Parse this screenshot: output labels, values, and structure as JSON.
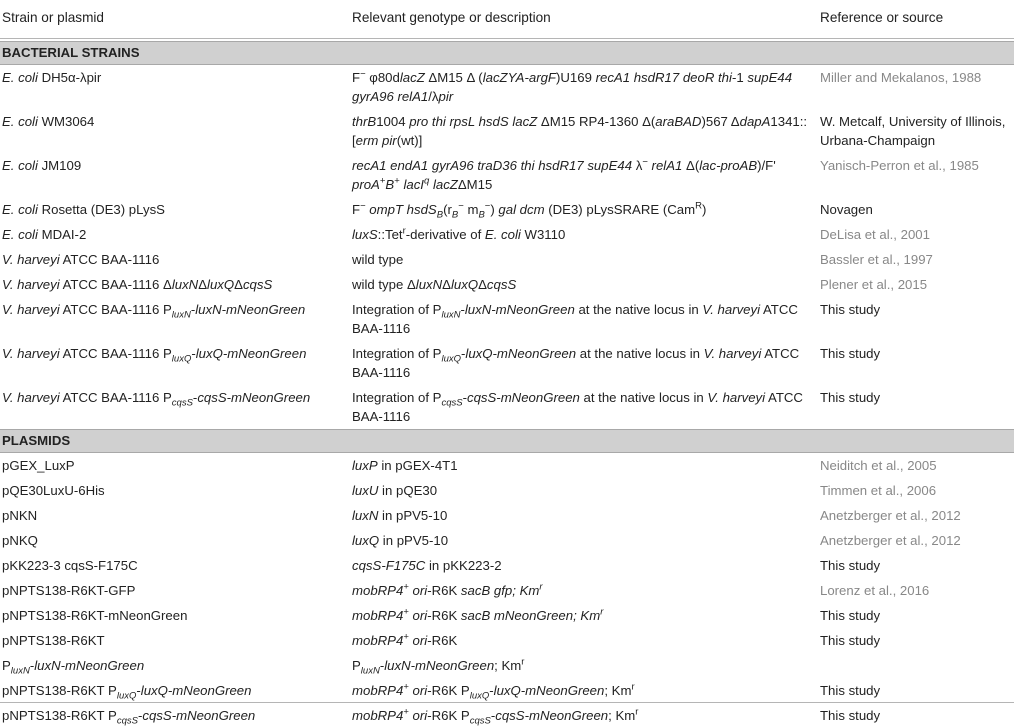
{
  "header": {
    "col1": "Strain or plasmid",
    "col2": "Relevant genotype or description",
    "col3": "Reference or source"
  },
  "sections": {
    "bacterial": "BACTERIAL STRAINS",
    "plasmids": "PLASMIDS"
  },
  "references": {
    "r1": "Miller and Mekalanos, 1988",
    "r2a": "W. Metcalf, University of Illinois,",
    "r2b": "Urbana-Champaign",
    "r3": "Yanisch-Perron et al., 1985",
    "r4": "Novagen",
    "r5": "DeLisa et al., 2001",
    "r6": "Bassler et al., 1997",
    "r7": "Plener et al., 2015",
    "r8": "This study",
    "p1": "Neiditch et al., 2005",
    "p2": "Timmen et al., 2006",
    "p3": "Anetzberger et al., 2012",
    "p4": "Anetzberger et al., 2012",
    "p5": "This study",
    "p6": "Lorenz et al., 2016",
    "p7": "This study",
    "p8": "This study",
    "p10": "This study",
    "p11": "This study"
  },
  "plasmid_names": {
    "p1": "pGEX_LuxP",
    "p2": "pQE30LuxU-6His",
    "p3": "pNKN",
    "p4": "pNKQ",
    "p5": "pKK223-3 cqsS-F175C",
    "p6": "pNPTS138-R6KT-GFP",
    "p7": "pNPTS138-R6KT-mNeonGreen",
    "p8": "pNPTS138-R6KT"
  },
  "descriptions": {
    "wildtype": "wild type"
  },
  "colors": {
    "section_bg": "#d0d0d0",
    "rule": "#b5b5b5",
    "grey_ref": "#888888",
    "text": "#222222"
  }
}
